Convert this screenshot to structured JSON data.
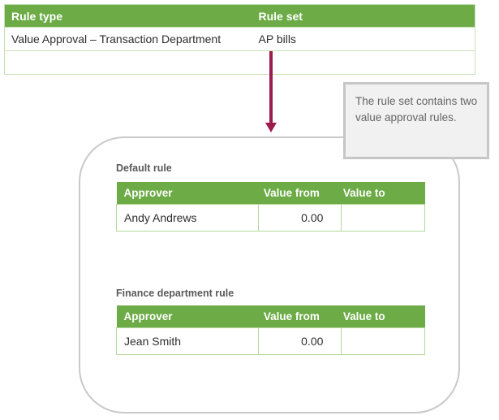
{
  "colors": {
    "table_header_green": "#6CAB45",
    "table_border_light_green": "#C6E0B4",
    "inner_table_border_green": "#B5D79B",
    "arrow_maroon": "#9E1B4E",
    "panel_border_gray": "#C9C9C9",
    "callout_border_gray": "#C6C6C6",
    "callout_bg_gray": "#F1F1F1"
  },
  "top_table": {
    "headers": {
      "rule_type": "Rule type",
      "rule_set": "Rule set"
    },
    "rows": [
      {
        "rule_type": "Value Approval – Transaction Department",
        "rule_set": "AP bills"
      },
      {
        "rule_type": "",
        "rule_set": ""
      }
    ]
  },
  "callout": {
    "text": "The rule set contains two value approval rules."
  },
  "panel": {
    "sections": [
      {
        "title": "Default rule",
        "headers": {
          "approver": "Approver",
          "value_from": "Value from",
          "value_to": "Value to"
        },
        "rows": [
          {
            "approver": "Andy Andrews",
            "value_from": "0.00",
            "value_to": ""
          }
        ]
      },
      {
        "title": "Finance department rule",
        "headers": {
          "approver": "Approver",
          "value_from": "Value from",
          "value_to": "Value to"
        },
        "rows": [
          {
            "approver": "Jean Smith",
            "value_from": "0.00",
            "value_to": ""
          }
        ]
      }
    ]
  }
}
